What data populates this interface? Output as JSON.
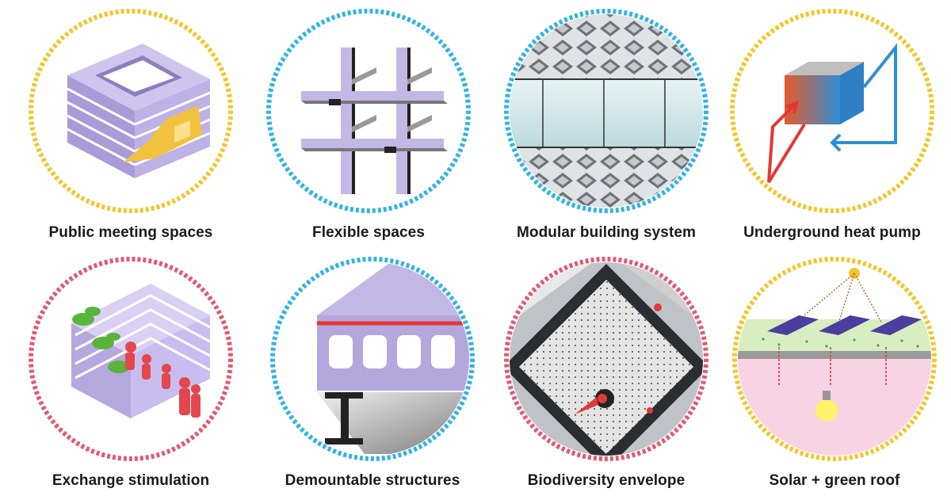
{
  "colors": {
    "yellow_ring": "#f4c52a",
    "blue_ring": "#33b3e3",
    "pink_ring": "#e05a73",
    "lavender": "#c3b7e6",
    "lavender_dark": "#8d7fbf",
    "warm_accent": "#f2c13d",
    "heat_red": "#e53535",
    "heat_blue": "#2f8fd6"
  },
  "tiles": [
    {
      "caption": "Public meeting spaces",
      "ring": "yellow",
      "icon": "building-block-icon"
    },
    {
      "caption": "Flexible spaces",
      "ring": "blue",
      "icon": "grid-frame-icon"
    },
    {
      "caption": "Modular building system",
      "ring": "blue",
      "icon": "facade-panel-icon"
    },
    {
      "caption": "Underground heat pump",
      "ring": "yellow",
      "icon": "heat-pump-icon"
    },
    {
      "caption": "Exchange stimulation",
      "ring": "pink",
      "icon": "stairs-people-icon"
    },
    {
      "caption": "Demountable structures",
      "ring": "blue",
      "icon": "beam-section-icon"
    },
    {
      "caption": "Biodiversity envelope",
      "ring": "pink",
      "icon": "bird-habitat-icon"
    },
    {
      "caption": "Solar + green roof",
      "ring": "yellow",
      "icon": "solar-roof-icon"
    }
  ]
}
